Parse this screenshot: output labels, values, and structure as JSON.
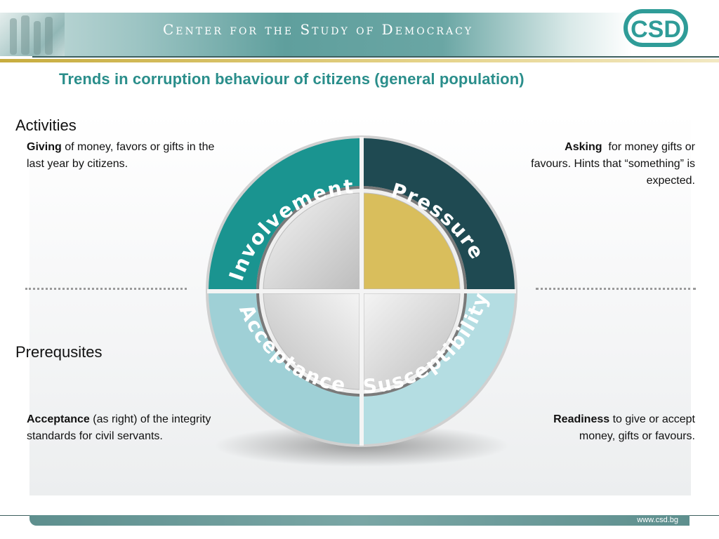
{
  "header": {
    "org_name": "Center for the Study of Democracy",
    "logo_text": "CSD"
  },
  "slide": {
    "title": "Trends in corruption behaviour of citizens (general population)"
  },
  "sections": {
    "activities": "Activities",
    "prerequisites": "Prerequsites"
  },
  "descriptions": {
    "giving": {
      "bold": "Giving",
      "text": " of money, favors or gifts in the last year by citizens."
    },
    "asking": {
      "bold": "Asking",
      "text": "  for money gifts or favours. Hints that “something” is expected."
    },
    "acceptance": {
      "bold": "Acceptance",
      "text": " (as right) of the integrity standards for civil servants."
    },
    "readiness": {
      "bold": "Readiness",
      "text": " to give or accept money, gifts or favours."
    }
  },
  "diagram": {
    "segments": [
      {
        "label": "Involvement",
        "color": "#1a9490"
      },
      {
        "label": "Pressure",
        "color": "#1f4a52"
      },
      {
        "label": "Acceptance",
        "color": "#9fd0d6"
      },
      {
        "label": "Susceptibility",
        "color": "#b4dde2"
      }
    ],
    "highlight_color": "#d9be5c",
    "inner_color": "#d8d8d8"
  },
  "footer": {
    "url": "www.csd.bg"
  }
}
